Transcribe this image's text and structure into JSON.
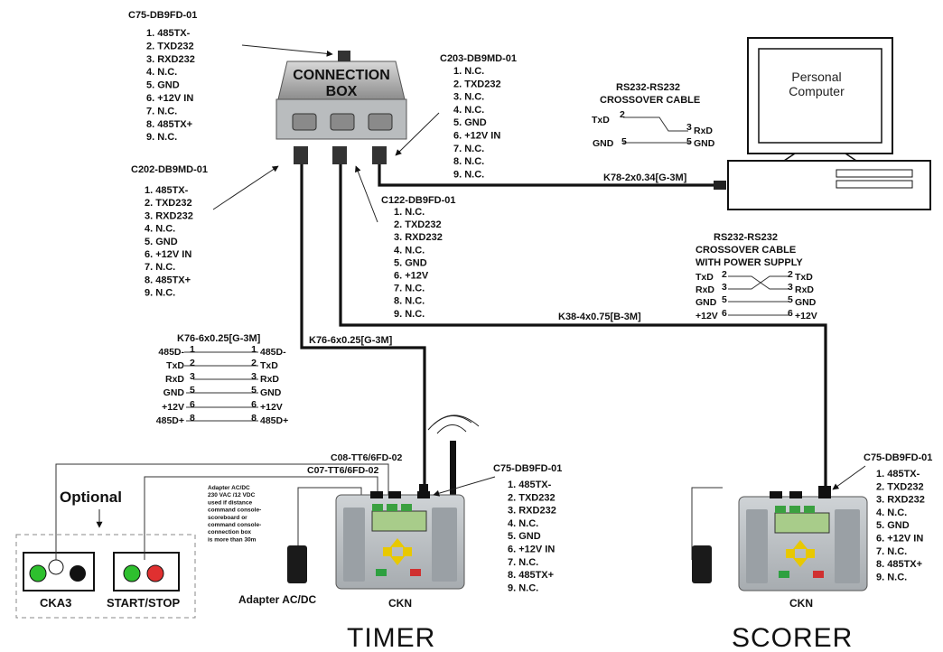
{
  "connection_box": {
    "title_line1": "CONNECTION",
    "title_line2": "BOX",
    "top_connector": {
      "label": "C75-DB9FD-01",
      "pins": [
        "1. 485TX-",
        "2. TXD232",
        "3. RXD232",
        "4. N.C.",
        "5. GND",
        "6. +12V IN",
        "7. N.C.",
        "8. 485TX+",
        "9. N.C."
      ]
    },
    "right_connector": {
      "label": "C203-DB9MD-01",
      "pins": [
        "1. N.C.",
        "2. TXD232",
        "3. N.C.",
        "4. N.C.",
        "5. GND",
        "6. +12V IN",
        "7. N.C.",
        "8. N.C.",
        "9. N.C."
      ]
    },
    "left_connector": {
      "label": "C202-DB9MD-01",
      "pins": [
        "1. 485TX-",
        "2. TXD232",
        "3. RXD232",
        "4. N.C.",
        "5. GND",
        "6. +12V IN",
        "7. N.C.",
        "8. 485TX+",
        "9. N.C."
      ]
    },
    "middle_connector": {
      "label": "C122-DB9FD-01",
      "pins": [
        "1. N.C.",
        "2. TXD232",
        "3. RXD232",
        "4. N.C.",
        "5. GND",
        "6. +12V",
        "7. N.C.",
        "8. N.C.",
        "9. N.C."
      ]
    }
  },
  "pc": {
    "line1": "Personal",
    "line2": "Computer",
    "cable_label": "K78-2x0.34[G-3M]",
    "crossover": {
      "title_line1": "RS232-RS232",
      "title_line2": "CROSSOVER CABLE",
      "rows": [
        {
          "left": "TxD",
          "lpin": "2",
          "rpin": "3",
          "right": "RxD"
        },
        {
          "left": "GND",
          "lpin": "5",
          "rpin": "5",
          "right": "GND"
        }
      ]
    }
  },
  "scorer_cable": {
    "label": "K38-4x0.75[B-3M]",
    "crossover": {
      "title_line1": "RS232-RS232",
      "title_line2": "CROSSOVER CABLE",
      "title_line3": "WITH POWER SUPPLY",
      "rows": [
        {
          "left": "TxD",
          "lpin": "2",
          "rpin": "2",
          "right": "TxD"
        },
        {
          "left": "RxD",
          "lpin": "3",
          "rpin": "3",
          "right": "RxD"
        },
        {
          "left": "GND",
          "lpin": "5",
          "rpin": "5",
          "right": "GND"
        },
        {
          "left": "+12V",
          "lpin": "6",
          "rpin": "6",
          "right": "+12V"
        }
      ]
    }
  },
  "timer_cable": {
    "label": "K76-6x0.25[G-3M]",
    "pinout_title": "K76-6x0.25[G-3M]",
    "rows": [
      {
        "left": "485D-",
        "lpin": "1",
        "rpin": "1",
        "right": "485D-"
      },
      {
        "left": "TxD",
        "lpin": "2",
        "rpin": "2",
        "right": "TxD"
      },
      {
        "left": "RxD",
        "lpin": "3",
        "rpin": "3",
        "right": "RxD"
      },
      {
        "left": "GND",
        "lpin": "5",
        "rpin": "5",
        "right": "GND"
      },
      {
        "left": "+12V",
        "lpin": "6",
        "rpin": "6",
        "right": "+12V"
      },
      {
        "left": "485D+",
        "lpin": "8",
        "rpin": "8",
        "right": "485D+"
      }
    ]
  },
  "timer": {
    "caption": "TIMER",
    "device_label": "CKN",
    "conn1": "C08-TT6/6FD-02",
    "conn2": "C07-TT6/6FD-02",
    "db9": {
      "label": "C75-DB9FD-01",
      "pins": [
        "1. 485TX-",
        "2. TXD232",
        "3. RXD232",
        "4. N.C.",
        "5. GND",
        "6. +12V IN",
        "7. N.C.",
        "8. 485TX+",
        "9. N.C."
      ]
    },
    "adapter_label": "Adapter AC/DC",
    "adapter_note": [
      "Adapter AC/DC",
      "230 VAC /12 VDC",
      "used if distance",
      "command console-",
      "scoreboard or",
      "command console-",
      "connection box",
      "is more than 30m"
    ]
  },
  "optional": {
    "title": "Optional",
    "cka3": "CKA3",
    "startstop": "START/STOP"
  },
  "scorer": {
    "caption": "SCORER",
    "device_label": "CKN",
    "db9": {
      "label": "C75-DB9FD-01",
      "pins": [
        "1. 485TX-",
        "2. TXD232",
        "3. RXD232",
        "4. N.C.",
        "5. GND",
        "6. +12V IN",
        "7. N.C.",
        "8. 485TX+",
        "9. N.C."
      ]
    }
  },
  "colors": {
    "green_light": "#2ec02e",
    "red_light": "#e03030",
    "keypad_yellow": "#e8c800",
    "lcd": "#a8cc8a"
  }
}
